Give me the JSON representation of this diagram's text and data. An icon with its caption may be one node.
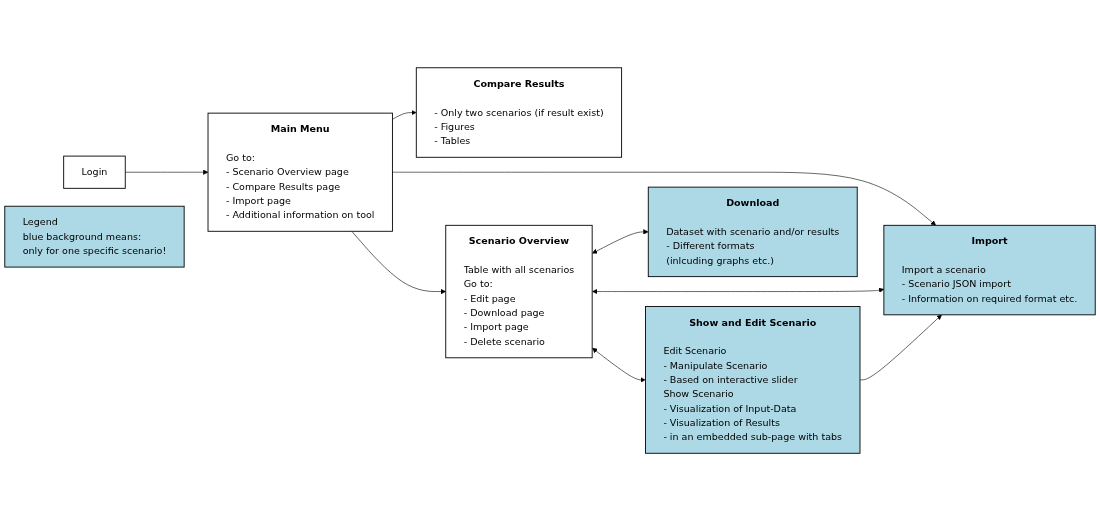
{
  "diagram": {
    "nodes": [
      {
        "text": [
          "Compare Results",
          "- Only two scenarios (if result exist)",
          "- Figures",
          "- Tables"
        ]
      },
      {
        "text": [
          "Import",
          "Import a scenario",
          "- Scenario JSON import",
          "- Information on required format etc."
        ]
      },
      {
        "text": [
          "Show and Edit Scenario",
          "Edit Scenario",
          "- Manipulate Scenario",
          "- Based on interactive slider",
          "Show Scenario",
          "- Visualization of Input-Data",
          "- Visualization of Results",
          "- in an embedded sub-page with tabs"
        ]
      },
      {
        "text": [
          "Login"
        ]
      },
      {
        "text": [
          "Main Menu",
          "Go to:",
          "- Scenario Overview page",
          "- Compare Results page",
          "- Import page",
          "- Additional information on tool"
        ]
      },
      {
        "text": [
          "Scenario Overview",
          "Table with all scenarios",
          "Go to:",
          "- Edit page",
          "- Download page",
          "- Import page",
          "- Delete scenario"
        ]
      },
      {
        "text": [
          "Download",
          "Dataset with scenario and/or results",
          "- Different formats",
          "(inlcuding graphs etc.)"
        ]
      },
      {
        "text": [
          "Legend",
          "blue background means:",
          "only for one specific scenario!"
        ]
      }
    ],
    "edges": [
      {
        "from": 3,
        "to": 4,
        "arrow": "to"
      },
      {
        "from": 4,
        "to": 0,
        "arrow": "to"
      },
      {
        "from": 4,
        "to": 1,
        "arrow": "to"
      },
      {
        "from": 4,
        "to": 5,
        "arrow": "to"
      },
      {
        "from": 5,
        "to": 1,
        "arrow": "both"
      },
      {
        "from": 2,
        "to": 1,
        "arrow": "to"
      },
      {
        "from": 5,
        "to": 2,
        "arrow": "both"
      },
      {
        "from": 5,
        "to": 6,
        "arrow": "both"
      }
    ]
  }
}
